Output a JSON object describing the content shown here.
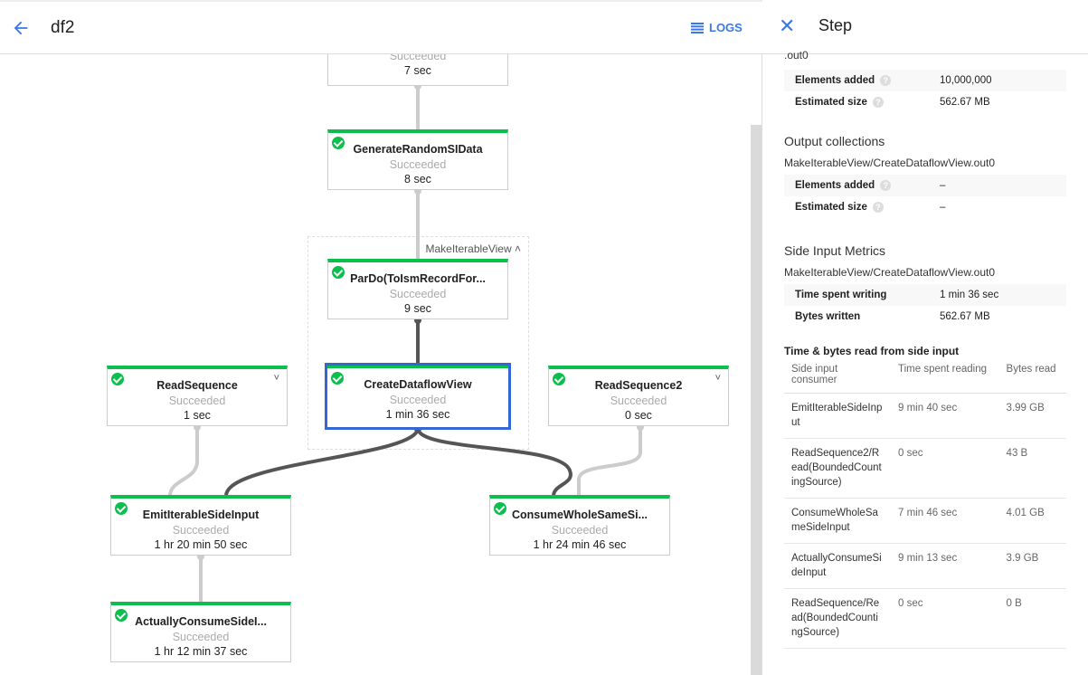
{
  "header": {
    "title": "df2",
    "logs_label": "LOGS"
  },
  "graph": {
    "group_label": "MakeIterableView",
    "nodes": [
      {
        "name": "",
        "status": "Succeeded",
        "time": "7 sec"
      },
      {
        "name": "GenerateRandomSIData",
        "status": "Succeeded",
        "time": "8 sec"
      },
      {
        "name": "ParDo(ToIsmRecordFor...",
        "status": "Succeeded",
        "time": "9 sec"
      },
      {
        "name": "CreateDataflowView",
        "status": "Succeeded",
        "time": "1 min 36 sec"
      },
      {
        "name": "ReadSequence",
        "status": "Succeeded",
        "time": "1 sec"
      },
      {
        "name": "ReadSequence2",
        "status": "Succeeded",
        "time": "0 sec"
      },
      {
        "name": "EmitIterableSideInput",
        "status": "Succeeded",
        "time": "1 hr 20 min 50 sec"
      },
      {
        "name": "ConsumeWholeSameSi...",
        "status": "Succeeded",
        "time": "1 hr 24 min 46 sec"
      },
      {
        "name": "ActuallyConsumeSideI...",
        "status": "Succeeded",
        "time": "1 hr 12 min 37 sec"
      }
    ]
  },
  "panel": {
    "title": "Step",
    "input_tail": ".out0",
    "input_metrics": [
      {
        "k": "Elements added",
        "v": "10,000,000"
      },
      {
        "k": "Estimated size",
        "v": "562.67 MB"
      }
    ],
    "output_heading": "Output collections",
    "output_name": "MakeIterableView/CreateDataflowView.out0",
    "output_metrics": [
      {
        "k": "Elements added",
        "v": "–"
      },
      {
        "k": "Estimated size",
        "v": "–"
      }
    ],
    "side_heading": "Side Input Metrics",
    "side_name": "MakeIterableView/CreateDataflowView.out0",
    "side_metrics": [
      {
        "k": "Time spent writing",
        "v": "1 min 36 sec"
      },
      {
        "k": "Bytes written",
        "v": "562.67 MB"
      }
    ],
    "read_heading": "Time & bytes read from side input",
    "columns": [
      "Side input consumer",
      "Time spent reading",
      "Bytes read"
    ],
    "rows": [
      [
        "EmitIterableSideInput",
        "9 min 40 sec",
        "3.99 GB"
      ],
      [
        "ReadSequence2/Read(BoundedCountingSource)",
        "0 sec",
        "43 B"
      ],
      [
        "ConsumeWholeSameSideInput",
        "7 min 46 sec",
        "4.01 GB"
      ],
      [
        "ActuallyConsumeSideInput",
        "9 min 13 sec",
        "3.9 GB"
      ],
      [
        "ReadSequence/Read(BoundedCountingSource)",
        "0 sec",
        "0 B"
      ]
    ]
  },
  "colors": {
    "accent": "#3b78e7",
    "success": "#0bbf4c",
    "selected": "#3367d6"
  }
}
